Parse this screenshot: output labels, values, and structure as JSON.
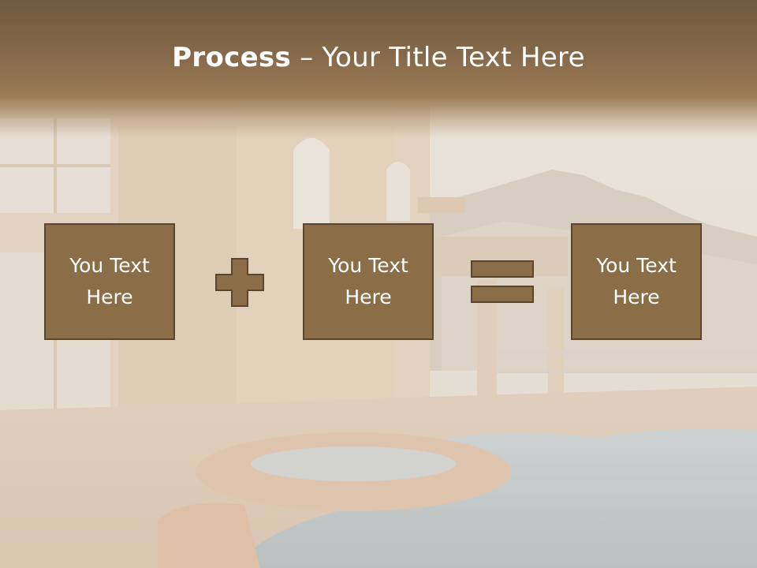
{
  "slide": {
    "title_bold": "Process",
    "title_rest": " – Your Title Text Here",
    "boxes": [
      {
        "text": "You Text Here"
      },
      {
        "text": "You Text Here"
      },
      {
        "text": "You Text Here"
      }
    ],
    "operators": [
      "plus-icon",
      "equals-icon"
    ],
    "colors": {
      "title_bar": "#7b6244",
      "box_fill": "#8b6d48",
      "box_border": "#5a4630",
      "title_text": "#ffffff"
    }
  }
}
